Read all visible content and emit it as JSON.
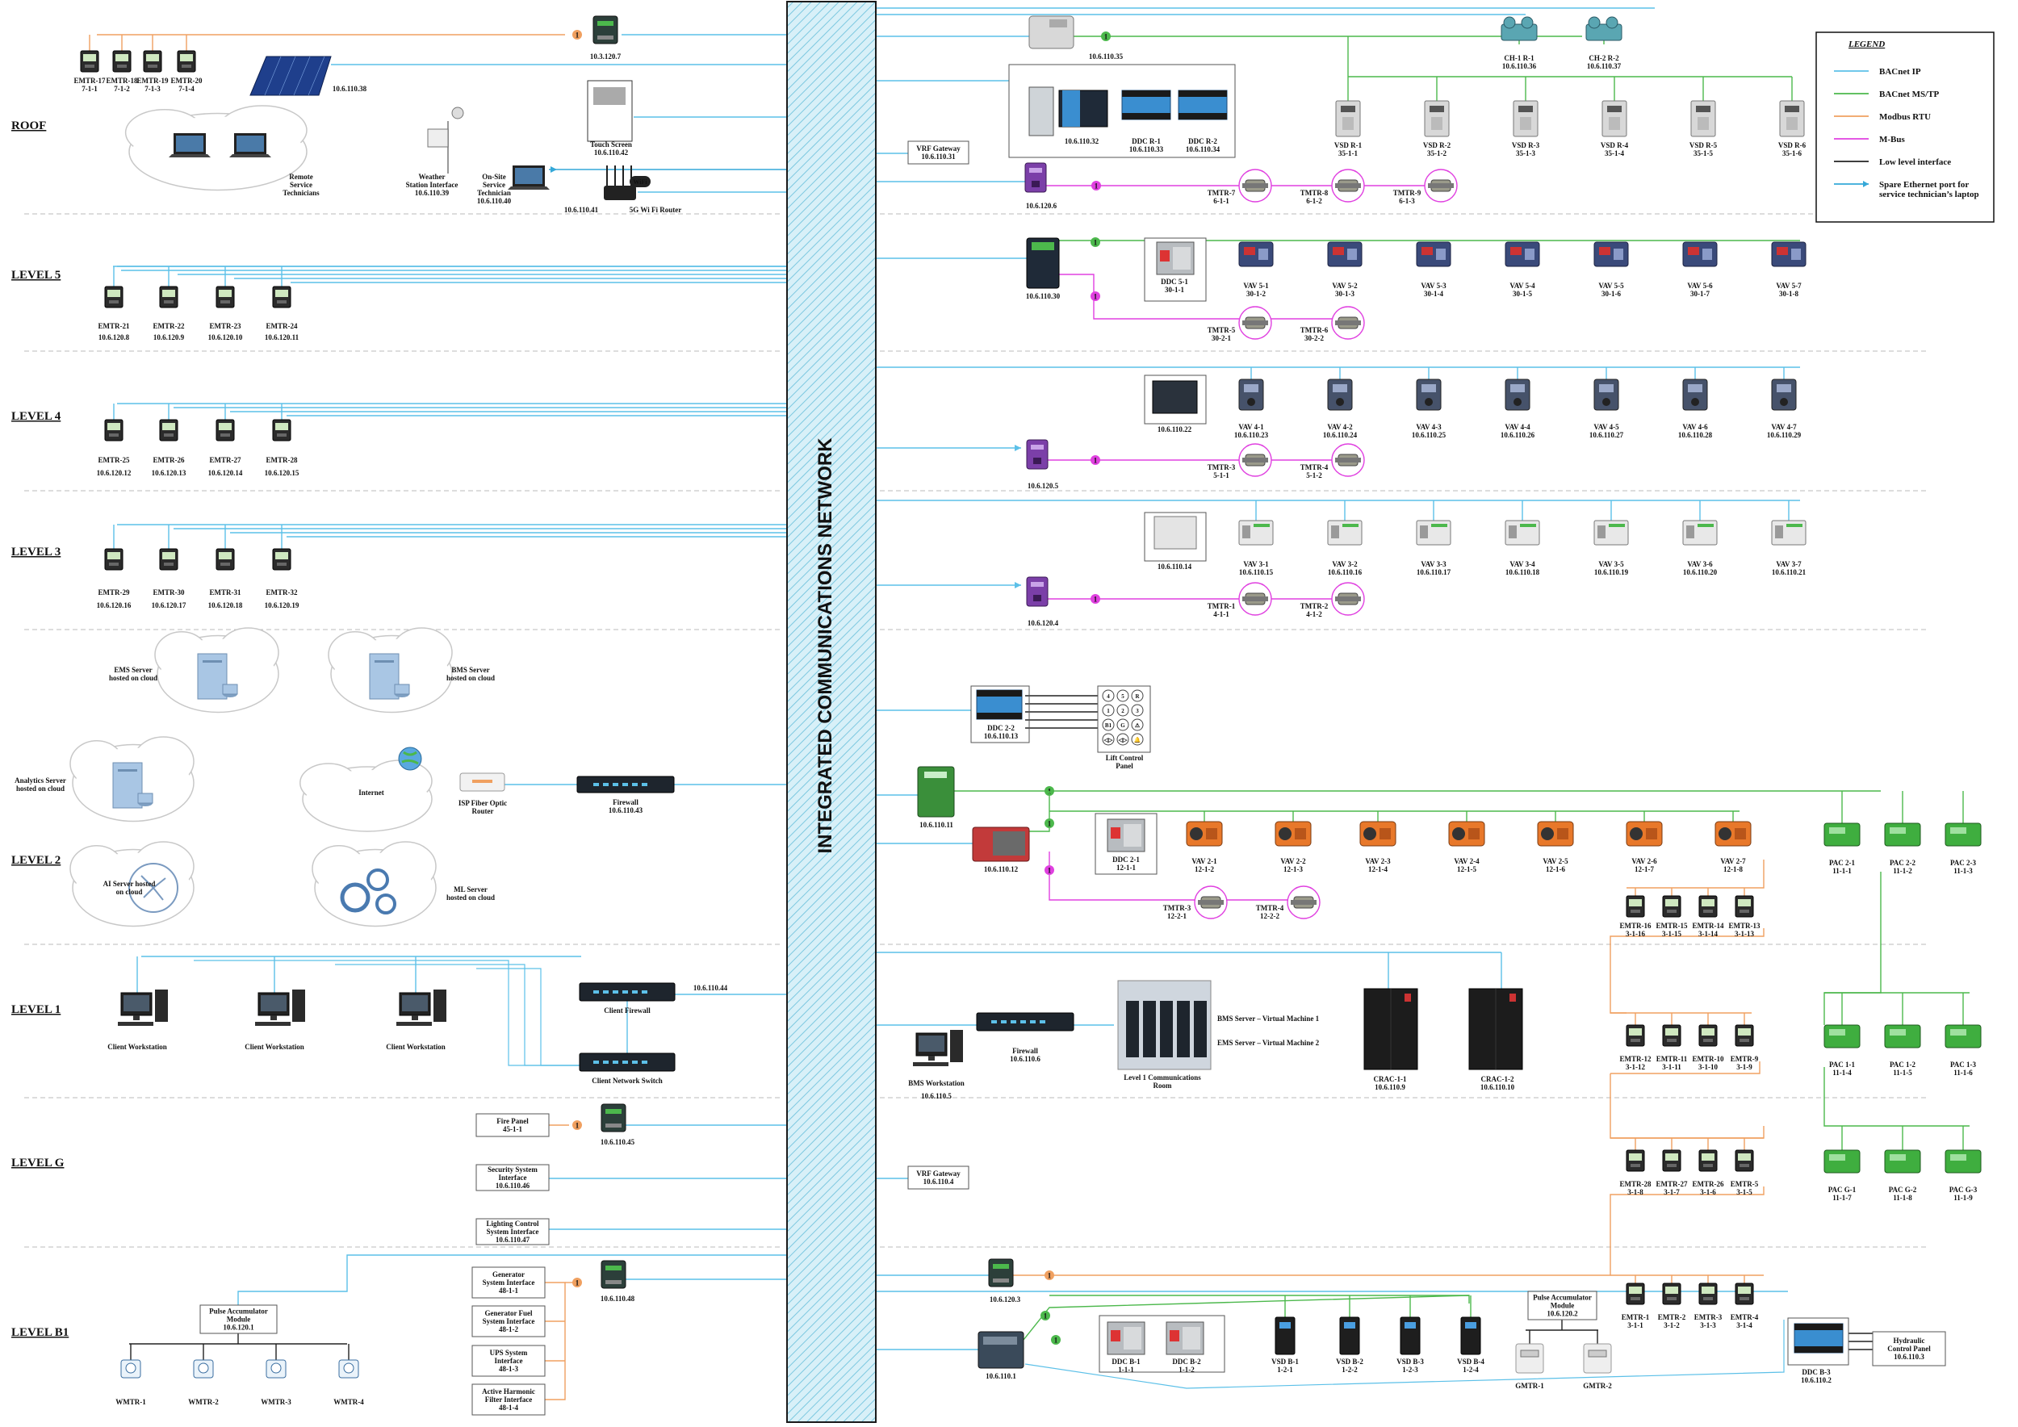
{
  "bus_title": "INTEGRATED COMMUNICATIONS NETWORK",
  "colors": {
    "bacnet_ip": "#5cc0e8",
    "mstp": "#4cb84c",
    "modbus": "#f0a060",
    "mbus": "#e040e0",
    "low": "#222222",
    "spare": "#35a8d8"
  },
  "legend": {
    "title": "LEGEND",
    "items": [
      {
        "label": "BACnet IP",
        "color": "#5cc0e8"
      },
      {
        "label": "BACnet MS/TP",
        "color": "#4cb84c"
      },
      {
        "label": "Modbus RTU",
        "color": "#f0a060"
      },
      {
        "label": "M-Bus",
        "color": "#e040e0"
      },
      {
        "label": "Low level interface",
        "color": "#222222"
      },
      {
        "label": "Spare Ethernet port for",
        "label2": "service technician’s laptop",
        "color": "#35a8d8",
        "arrow": true
      }
    ]
  },
  "levels": [
    "ROOF",
    "LEVEL 5",
    "LEVEL 4",
    "LEVEL 3",
    "LEVEL 2",
    "LEVEL 1",
    "LEVEL G",
    "LEVEL B1"
  ],
  "roof": {
    "meters": [
      [
        "EMTR-17",
        "7-1-1"
      ],
      [
        "EMTR-18",
        "7-1-2"
      ],
      [
        "EMTR-19",
        "7-1-3"
      ],
      [
        "EMTR-20",
        "7-1-4"
      ]
    ],
    "solar_ip": "10.6.110.38",
    "gateway_ip": "10.3.120.7",
    "touch_label": "Touch Screen",
    "touch_ip": "10.6.110.42",
    "weather": [
      "Weather",
      "Station Interface",
      "10.6.110.39"
    ],
    "onsite": [
      "On-Site",
      "Service",
      "Technician",
      "10.6.110.40"
    ],
    "remote": [
      "Remote",
      "Service",
      "Technicians"
    ],
    "router_ip": "10.6.110.41",
    "router_label": "5G Wi Fi Router",
    "wifi": "WiFi",
    "vrf": [
      "VRF Gateway",
      "10.6.110.31"
    ],
    "top_gw_ip": "10.6.110.35",
    "ch": [
      [
        "CH-1 R-1",
        "10.6.110.36"
      ],
      [
        "CH-2 R-2",
        "10.6.110.37"
      ]
    ],
    "ddc_box": [
      [
        "10.6.110.32"
      ],
      [
        "DDC R-1",
        "10.6.110.33"
      ],
      [
        "DDC R-2",
        "10.6.110.34"
      ]
    ],
    "vsd": [
      [
        "VSD R-1",
        "35-1-1"
      ],
      [
        "VSD R-2",
        "35-1-2"
      ],
      [
        "VSD R-3",
        "35-1-3"
      ],
      [
        "VSD R-4",
        "35-1-4"
      ],
      [
        "VSD R-5",
        "35-1-5"
      ],
      [
        "VSD R-6",
        "35-1-6"
      ]
    ],
    "mbus_ip": "10.6.120.6",
    "tmtr": [
      [
        "TMTR-7",
        "6-1-1"
      ],
      [
        "TMTR-8",
        "6-1-2"
      ],
      [
        "TMTR-9",
        "6-1-3"
      ]
    ]
  },
  "level5": {
    "meters": [
      [
        "EMTR-21",
        "10.6.120.8"
      ],
      [
        "EMTR-22",
        "10.6.120.9"
      ],
      [
        "EMTR-23",
        "10.6.120.10"
      ],
      [
        "EMTR-24",
        "10.6.120.11"
      ]
    ],
    "ctrl_ip": "10.6.110.30",
    "ddc": [
      "DDC 5-1",
      "30-1-1"
    ],
    "vav": [
      [
        "VAV 5-1",
        "30-1-2"
      ],
      [
        "VAV 5-2",
        "30-1-3"
      ],
      [
        "VAV 5-3",
        "30-1-4"
      ],
      [
        "VAV 5-4",
        "30-1-5"
      ],
      [
        "VAV 5-5",
        "30-1-6"
      ],
      [
        "VAV 5-6",
        "30-1-7"
      ],
      [
        "VAV 5-7",
        "30-1-8"
      ]
    ],
    "tmtr": [
      [
        "TMTR-5",
        "30-2-1"
      ],
      [
        "TMTR-6",
        "30-2-2"
      ]
    ]
  },
  "level4": {
    "meters": [
      [
        "EMTR-25",
        "10.6.120.12"
      ],
      [
        "EMTR-26",
        "10.6.120.13"
      ],
      [
        "EMTR-27",
        "10.6.120.14"
      ],
      [
        "EMTR-28",
        "10.6.120.15"
      ]
    ],
    "sw_ip": "10.6.110.22",
    "vav": [
      [
        "VAV 4-1",
        "10.6.110.23"
      ],
      [
        "VAV 4-2",
        "10.6.110.24"
      ],
      [
        "VAV 4-3",
        "10.6.110.25"
      ],
      [
        "VAV 4-4",
        "10.6.110.26"
      ],
      [
        "VAV 4-5",
        "10.6.110.27"
      ],
      [
        "VAV 4-6",
        "10.6.110.28"
      ],
      [
        "VAV 4-7",
        "10.6.110.29"
      ]
    ],
    "mbus_ip": "10.6.120.5",
    "tmtr": [
      [
        "TMTR-3",
        "5-1-1"
      ],
      [
        "TMTR-4",
        "5-1-2"
      ]
    ]
  },
  "level3": {
    "meters": [
      [
        "EMTR-29",
        "10.6.120.16"
      ],
      [
        "EMTR-30",
        "10.6.120.17"
      ],
      [
        "EMTR-31",
        "10.6.120.18"
      ],
      [
        "EMTR-32",
        "10.6.120.19"
      ]
    ],
    "sw_ip": "10.6.110.14",
    "vav": [
      [
        "VAV 3-1",
        "10.6.110.15"
      ],
      [
        "VAV 3-2",
        "10.6.110.16"
      ],
      [
        "VAV 3-3",
        "10.6.110.17"
      ],
      [
        "VAV 3-4",
        "10.6.110.18"
      ],
      [
        "VAV 3-5",
        "10.6.110.19"
      ],
      [
        "VAV 3-6",
        "10.6.110.20"
      ],
      [
        "VAV 3-7",
        "10.6.110.21"
      ]
    ],
    "mbus_ip": "10.6.120.4",
    "tmtr": [
      [
        "TMTR-1",
        "4-1-1"
      ],
      [
        "TMTR-2",
        "4-1-2"
      ]
    ]
  },
  "level2": {
    "ems": [
      "EMS Server",
      "hosted on cloud"
    ],
    "bms": [
      "BMS Server",
      "hosted on cloud"
    ],
    "analytics": [
      "Analytics Server",
      "hosted on cloud"
    ],
    "internet": "Internet",
    "isp": [
      "ISP Fiber Optic",
      "Router"
    ],
    "firewall": [
      "Firewall",
      "10.6.110.43"
    ],
    "ai": [
      "AI Server hosted",
      "on cloud"
    ],
    "ml": [
      "ML Server",
      "hosted on cloud"
    ],
    "ddc22": [
      "DDC 2-2",
      "10.6.110.13"
    ],
    "lift": [
      "Lift Control",
      "Panel"
    ],
    "lift_keys": [
      "4",
      "5",
      "R",
      "1",
      "2",
      "3",
      "B1",
      "G",
      "⚠",
      "◁▷",
      "◁▷",
      "🔔"
    ],
    "ctrl1_ip": "10.6.110.11",
    "ctrl2_ip": "10.6.110.12",
    "ddc21": [
      "DDC 2-1",
      "12-1-1"
    ],
    "vav": [
      [
        "VAV 2-1",
        "12-1-2"
      ],
      [
        "VAV 2-2",
        "12-1-3"
      ],
      [
        "VAV 2-3",
        "12-1-4"
      ],
      [
        "VAV 2-4",
        "12-1-5"
      ],
      [
        "VAV 2-5",
        "12-1-6"
      ],
      [
        "VAV 2-6",
        "12-1-7"
      ],
      [
        "VAV 2-7",
        "12-1-8"
      ]
    ],
    "tmtr": [
      [
        "TMTR-3",
        "12-2-1"
      ],
      [
        "TMTR-4",
        "12-2-2"
      ]
    ],
    "emtr": [
      [
        "EMTR-16",
        "3-1-16"
      ],
      [
        "EMTR-15",
        "3-1-15"
      ],
      [
        "EMTR-14",
        "3-1-14"
      ],
      [
        "EMTR-13",
        "3-1-13"
      ]
    ],
    "pac": [
      [
        "PAC 2-1",
        "11-1-1"
      ],
      [
        "PAC 2-2",
        "11-1-2"
      ],
      [
        "PAC 2-3",
        "11-1-3"
      ]
    ]
  },
  "level1": {
    "ws": "Client Workstation",
    "firewall": "Client Firewall",
    "fw_ip": "10.6.110.44",
    "switch": "Client Network Switch",
    "bms_ws": [
      "BMS Workstation",
      "10.6.110.5"
    ],
    "fw2": [
      "Firewall",
      "10.6.110.6"
    ],
    "comm": [
      "Level 1 Communications",
      "Room"
    ],
    "vm1": "BMS Server – Virtual Machine 1",
    "vm2": "EMS Server – Virtual Machine 2",
    "crac": [
      [
        "CRAC-1-1",
        "10.6.110.9"
      ],
      [
        "CRAC-1-2",
        "10.6.110.10"
      ]
    ],
    "emtr": [
      [
        "EMTR-12",
        "3-1-12"
      ],
      [
        "EMTR-11",
        "3-1-11"
      ],
      [
        "EMTR-10",
        "3-1-10"
      ],
      [
        "EMTR-9",
        "3-1-9"
      ]
    ],
    "pac": [
      [
        "PAC 1-1",
        "11-1-4"
      ],
      [
        "PAC 1-2",
        "11-1-5"
      ],
      [
        "PAC 1-3",
        "11-1-6"
      ]
    ]
  },
  "levelg": {
    "fire": [
      "Fire Panel",
      "45-1-1"
    ],
    "gw_ip": "10.6.110.45",
    "security": [
      "Security System",
      "Interface",
      "10.6.110.46"
    ],
    "lighting": [
      "Lighting Control",
      "System Interface",
      "10.6.110.47"
    ],
    "vrf": [
      "VRF Gateway",
      "10.6.110.4"
    ],
    "emtr": [
      [
        "EMTR-28",
        "3-1-8"
      ],
      [
        "EMTR-27",
        "3-1-7"
      ],
      [
        "EMTR-26",
        "3-1-6"
      ],
      [
        "EMTR-5",
        "3-1-5"
      ]
    ],
    "pac": [
      [
        "PAC G-1",
        "11-1-7"
      ],
      [
        "PAC G-2",
        "11-1-8"
      ],
      [
        "PAC G-3",
        "11-1-9"
      ]
    ]
  },
  "levelb1": {
    "pulse": [
      "Pulse Accumulator",
      "Module",
      "10.6.120.1"
    ],
    "wmtr": [
      "WMTR-1",
      "WMTR-2",
      "WMTR-3",
      "WMTR-4"
    ],
    "ifaces": [
      [
        "Generator",
        "System Interface",
        "48-1-1"
      ],
      [
        "Generator Fuel",
        "System Interface",
        "48-1-2"
      ],
      [
        "UPS System",
        "Interface",
        "48-1-3"
      ],
      [
        "Active Harmonic",
        "Filter Interface",
        "48-1-4"
      ]
    ],
    "gw_ip": "10.6.110.48",
    "gw2_ip": "10.6.120.3",
    "ctrl_ip": "10.6.110.1",
    "ddc": [
      [
        "DDC B-1",
        "1-1-1"
      ],
      [
        "DDC B-2",
        "1-1-2"
      ]
    ],
    "vsd": [
      [
        "VSD B-1",
        "1-2-1"
      ],
      [
        "VSD B-2",
        "1-2-2"
      ],
      [
        "VSD B-3",
        "1-2-3"
      ],
      [
        "VSD B-4",
        "1-2-4"
      ]
    ],
    "pulse2": [
      "Pulse Accumulator",
      "Module",
      "10.6.120.2"
    ],
    "gmtr": [
      "GMTR-1",
      "GMTR-2"
    ],
    "emtr": [
      [
        "EMTR-1",
        "3-1-1"
      ],
      [
        "EMTR-2",
        "3-1-2"
      ],
      [
        "EMTR-3",
        "3-1-3"
      ],
      [
        "EMTR-4",
        "3-1-4"
      ]
    ],
    "ddcb3": [
      "DDC B-3",
      "10.6.110.2"
    ],
    "hydraulic": [
      "Hydraulic",
      "Control Panel",
      "10.6.110.3"
    ]
  }
}
